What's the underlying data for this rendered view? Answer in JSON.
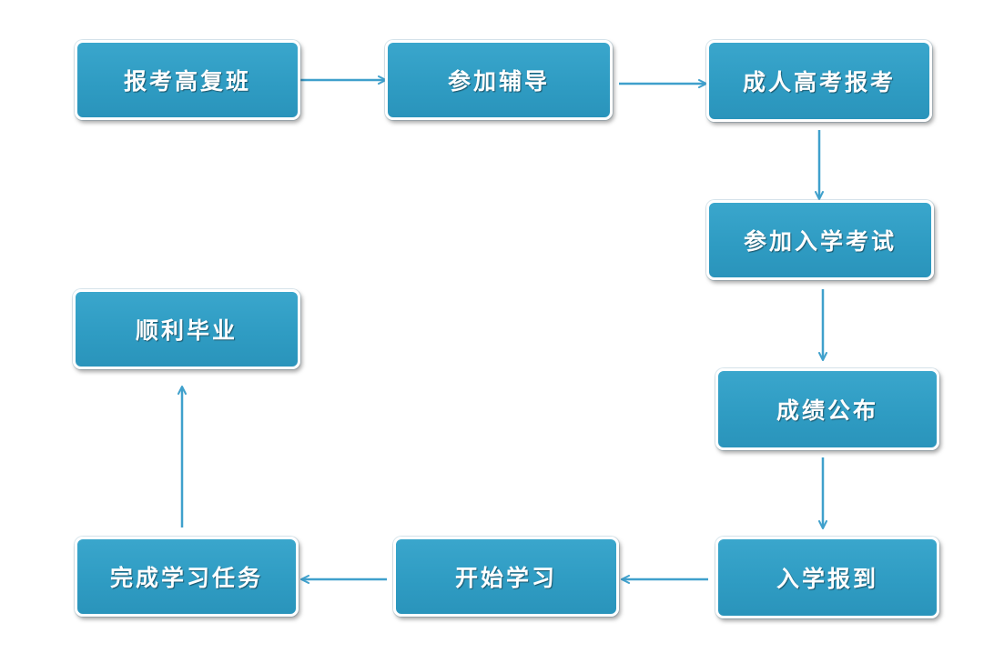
{
  "colors": {
    "node_fill": "#2f9cc3",
    "node_border": "#ffffff",
    "label": "#ffffff",
    "arrow": "#3fa0cc",
    "background": "#ffffff"
  },
  "nodes": [
    {
      "id": "n1",
      "label": "报考高复班"
    },
    {
      "id": "n2",
      "label": "参加辅导"
    },
    {
      "id": "n3",
      "label": "成人高考报考"
    },
    {
      "id": "n4",
      "label": "参加入学考试"
    },
    {
      "id": "n5",
      "label": "成绩公布"
    },
    {
      "id": "n6",
      "label": "入学报到"
    },
    {
      "id": "n7",
      "label": "开始学习"
    },
    {
      "id": "n8",
      "label": "完成学习任务"
    },
    {
      "id": "n9",
      "label": "顺利毕业"
    }
  ],
  "edges": [
    {
      "from": "n1",
      "to": "n2"
    },
    {
      "from": "n2",
      "to": "n3"
    },
    {
      "from": "n3",
      "to": "n4"
    },
    {
      "from": "n4",
      "to": "n5"
    },
    {
      "from": "n5",
      "to": "n6"
    },
    {
      "from": "n6",
      "to": "n7"
    },
    {
      "from": "n7",
      "to": "n8"
    },
    {
      "from": "n8",
      "to": "n9"
    }
  ]
}
